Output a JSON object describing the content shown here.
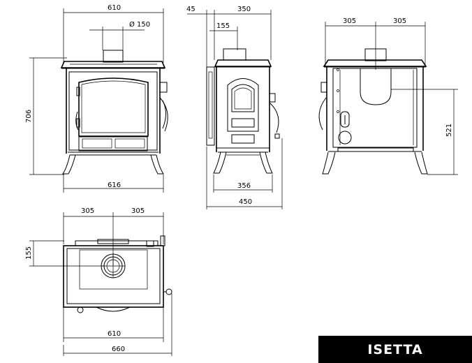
{
  "model": {
    "name": "ISETTA"
  },
  "front_view": {
    "width_top": "610",
    "flue_diameter": "Ø 150",
    "height": "706",
    "width_bottom": "616"
  },
  "side_view": {
    "offset": "45",
    "depth_top": "350",
    "flue_offset": "155",
    "depth_base": "356",
    "depth_total": "450"
  },
  "rear_view": {
    "half_left": "305",
    "half_right": "305",
    "outlet_height": "521"
  },
  "top_view": {
    "half_left": "305",
    "half_right": "305",
    "flue_offset": "155",
    "width_body": "610",
    "width_total": "660"
  }
}
